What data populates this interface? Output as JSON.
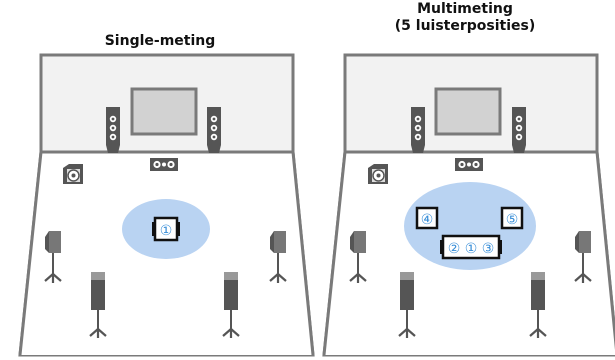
{
  "panels": [
    {
      "title": "Single-meting",
      "listening_positions": [
        "①"
      ]
    },
    {
      "title_line1": "Multimeting",
      "title_line2": "(5 luisterposities)",
      "listening_positions": [
        "④",
        "⑤",
        "②",
        "①",
        "③"
      ]
    }
  ],
  "colors": {
    "room_outline": "#7a7a7a",
    "room_fill": "#f2f2f2",
    "measure_area": "#b9d3f2",
    "position_number": "#3a8fd8",
    "speaker_dark": "#555555",
    "speaker_light": "#9a9a9a"
  },
  "icons": [
    "tv-icon",
    "front-speaker-icon",
    "center-speaker-icon",
    "subwoofer-icon",
    "surround-speaker-icon",
    "surround-back-speaker-icon",
    "microphone-position-icon"
  ]
}
